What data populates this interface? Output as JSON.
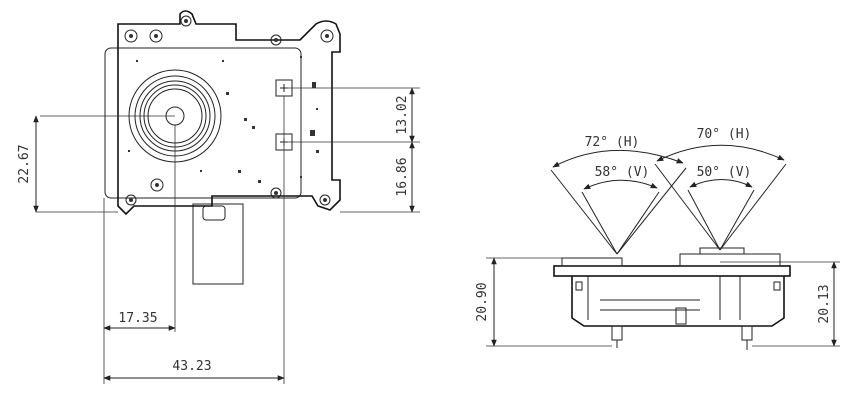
{
  "diagram": {
    "dimensions": {
      "width_total": "43.23",
      "width_to_lens": "17.35",
      "height_lens": "22.67",
      "height_upper_marker": "13.02",
      "height_lower_marker": "16.86",
      "side_height_left": "20.90",
      "side_height_right": "20.13"
    },
    "angles": {
      "left_horizontal": "72° (H)",
      "left_vertical": "58° (V)",
      "right_horizontal": "70° (H)",
      "right_vertical": "50° (V)"
    },
    "colors": {
      "line": "#222222",
      "background": "#ffffff"
    }
  }
}
